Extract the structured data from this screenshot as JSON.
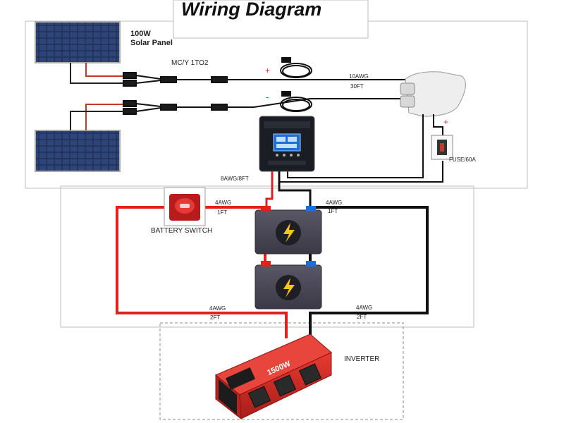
{
  "title": "Wiring Diagram",
  "panel": {
    "power": "100W",
    "label": "Solar Panel"
  },
  "connector": "MC/Y 1TO2",
  "polarity": {
    "plus": "+",
    "minus": "-",
    "fuse_plus": "+"
  },
  "cable_top": {
    "gauge": "10AWG",
    "length": "30FT"
  },
  "fuse": "FUSE/60A",
  "controller_cable": "8AWG/8FT",
  "battery_switch": "BATTERY SWITCH",
  "wire_red_top": {
    "gauge": "4AWG",
    "length": "1FT"
  },
  "wire_black_top": {
    "gauge": "4AWG",
    "length": "1FT"
  },
  "wire_red_bottom": {
    "gauge": "4AWG",
    "length": "2FT"
  },
  "wire_black_bottom": {
    "gauge": "4AWG",
    "length": "2FT"
  },
  "inverter": {
    "label": "INVERTER",
    "power": "1500W"
  },
  "colors": {
    "red_wire": "#e32020",
    "black_wire": "#111111",
    "inverter_red": "#d62828",
    "controller": "#1b1d24",
    "battery": "#4a4755"
  }
}
